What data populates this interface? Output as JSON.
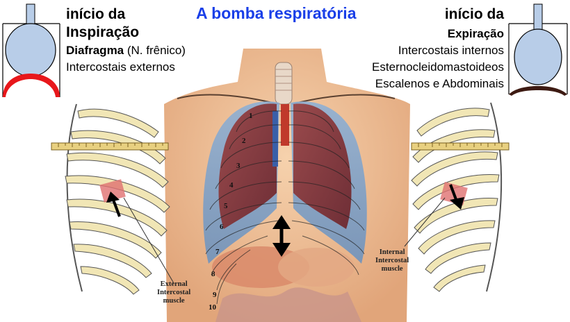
{
  "title": "A bomba respiratória",
  "left": {
    "heading1": "início da",
    "heading2": "Inspiração",
    "line1_bold": "Diafragma",
    "line1_rest": " (N. frênico)",
    "line2": "Intercostais externos",
    "muscle_label": [
      "External",
      "Intercostal",
      "muscle"
    ]
  },
  "right": {
    "heading1": "início da",
    "heading2": "Expiração",
    "line1": "Intercostais internos",
    "line2": "Esternocleidomastoideos",
    "line3": "Escalenos e Abdominais",
    "muscle_label": [
      "Internal",
      "Intercostal",
      "muscle"
    ]
  },
  "rib_numbers": [
    "1",
    "2",
    "3",
    "4",
    "5",
    "6",
    "7",
    "8",
    "9",
    "10"
  ],
  "colors": {
    "title": "#1a3fe8",
    "diaphragm_inspiration": "#e8171b",
    "diaphragm_expiration": "#3d1a12",
    "balloon_fill": "#b8cde8",
    "lung": "#8a3c3c",
    "skin": "#f2c8a0"
  }
}
